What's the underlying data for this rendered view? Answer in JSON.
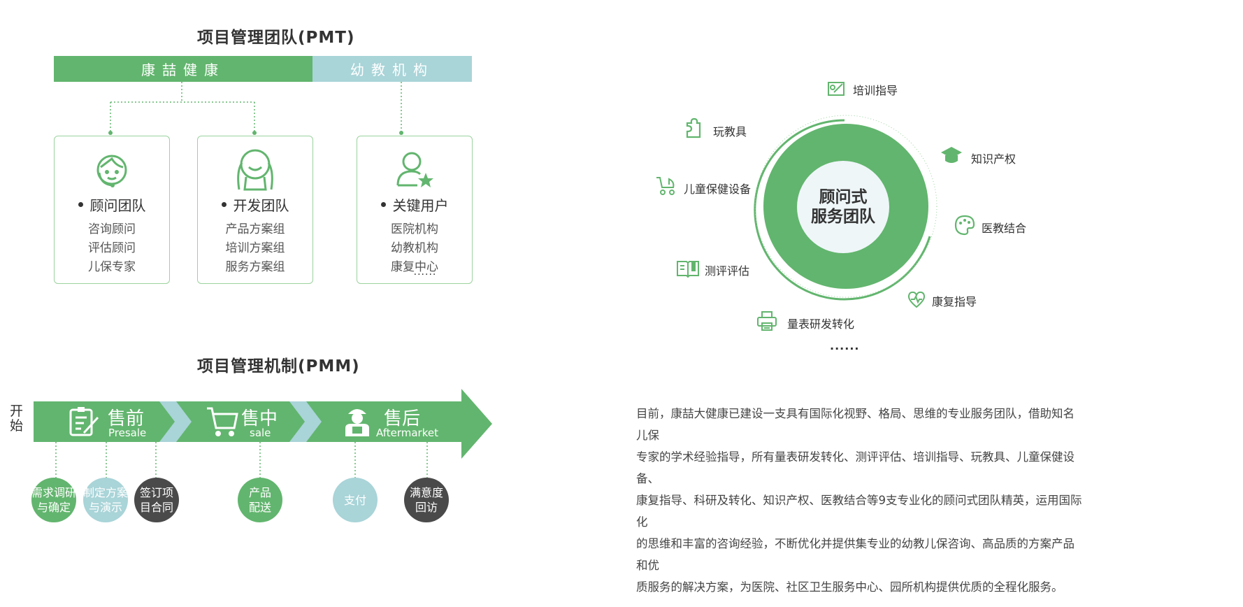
{
  "pmt": {
    "title": "项目管理团队(PMT)",
    "bar_left": "康喆健康",
    "bar_right": "幼教机构",
    "cards": [
      {
        "heading": "顾问团队",
        "items": [
          "咨询顾问",
          "评估顾问",
          "儿保专家"
        ]
      },
      {
        "heading": "开发团队",
        "items": [
          "产品方案组",
          "培训方案组",
          "服务方案组"
        ]
      },
      {
        "heading": "关键用户",
        "items": [
          "医院机构",
          "幼教机构",
          "康复中心"
        ],
        "more": "......"
      }
    ]
  },
  "pmm": {
    "title": "项目管理机制(PMM)",
    "start_label": [
      "开",
      "始"
    ],
    "stages": [
      {
        "main": "售前",
        "sub": "Presale"
      },
      {
        "main": "售中",
        "sub": "sale"
      },
      {
        "main": "售后",
        "sub": "Aftermarket"
      }
    ],
    "steps": [
      {
        "lines": [
          "需求调研",
          "与确定"
        ]
      },
      {
        "lines": [
          "制定方案",
          "与演示"
        ]
      },
      {
        "lines": [
          "签订项",
          "目合同"
        ]
      },
      {
        "lines": [
          "产品",
          "配送"
        ]
      },
      {
        "lines": [
          "支付"
        ]
      },
      {
        "lines": [
          "满意度",
          "回访"
        ]
      }
    ]
  },
  "ring": {
    "center_lines": [
      "顾问式",
      "服务团队"
    ],
    "labels": {
      "training": "培训指导",
      "toys": "玩教具",
      "ip": "知识产权",
      "child_health": "儿童保健设备",
      "med_edu": "医教结合",
      "assessment": "测评评估",
      "rehab": "康复指导",
      "scale": "量表研发转化"
    },
    "more": "......"
  },
  "paragraph": [
    "目前，康喆大健康已建设一支具有国际化视野、格局、思维的专业服务团队，借助知名儿保",
    "专家的学术经验指导，所有量表研发转化、测评评估、培训指导、玩教具、儿童保健设备、",
    "康复指导、科研及转化、知识产权、医教结合等9支专业化的顾问式团队精英，运用国际化",
    "的思维和丰富的咨询经验，不断优化并提供集专业的幼教儿保咨询、高品质的方案产品和优",
    "质服务的解决方案，为医院、社区卫生服务中心、园所机构提供优质的全程化服务。"
  ],
  "colors": {
    "green": "#62b56e",
    "light_blue": "#a9d4d8",
    "dark_gray": "#4a4a4a",
    "pale_center": "#eef6f8"
  }
}
